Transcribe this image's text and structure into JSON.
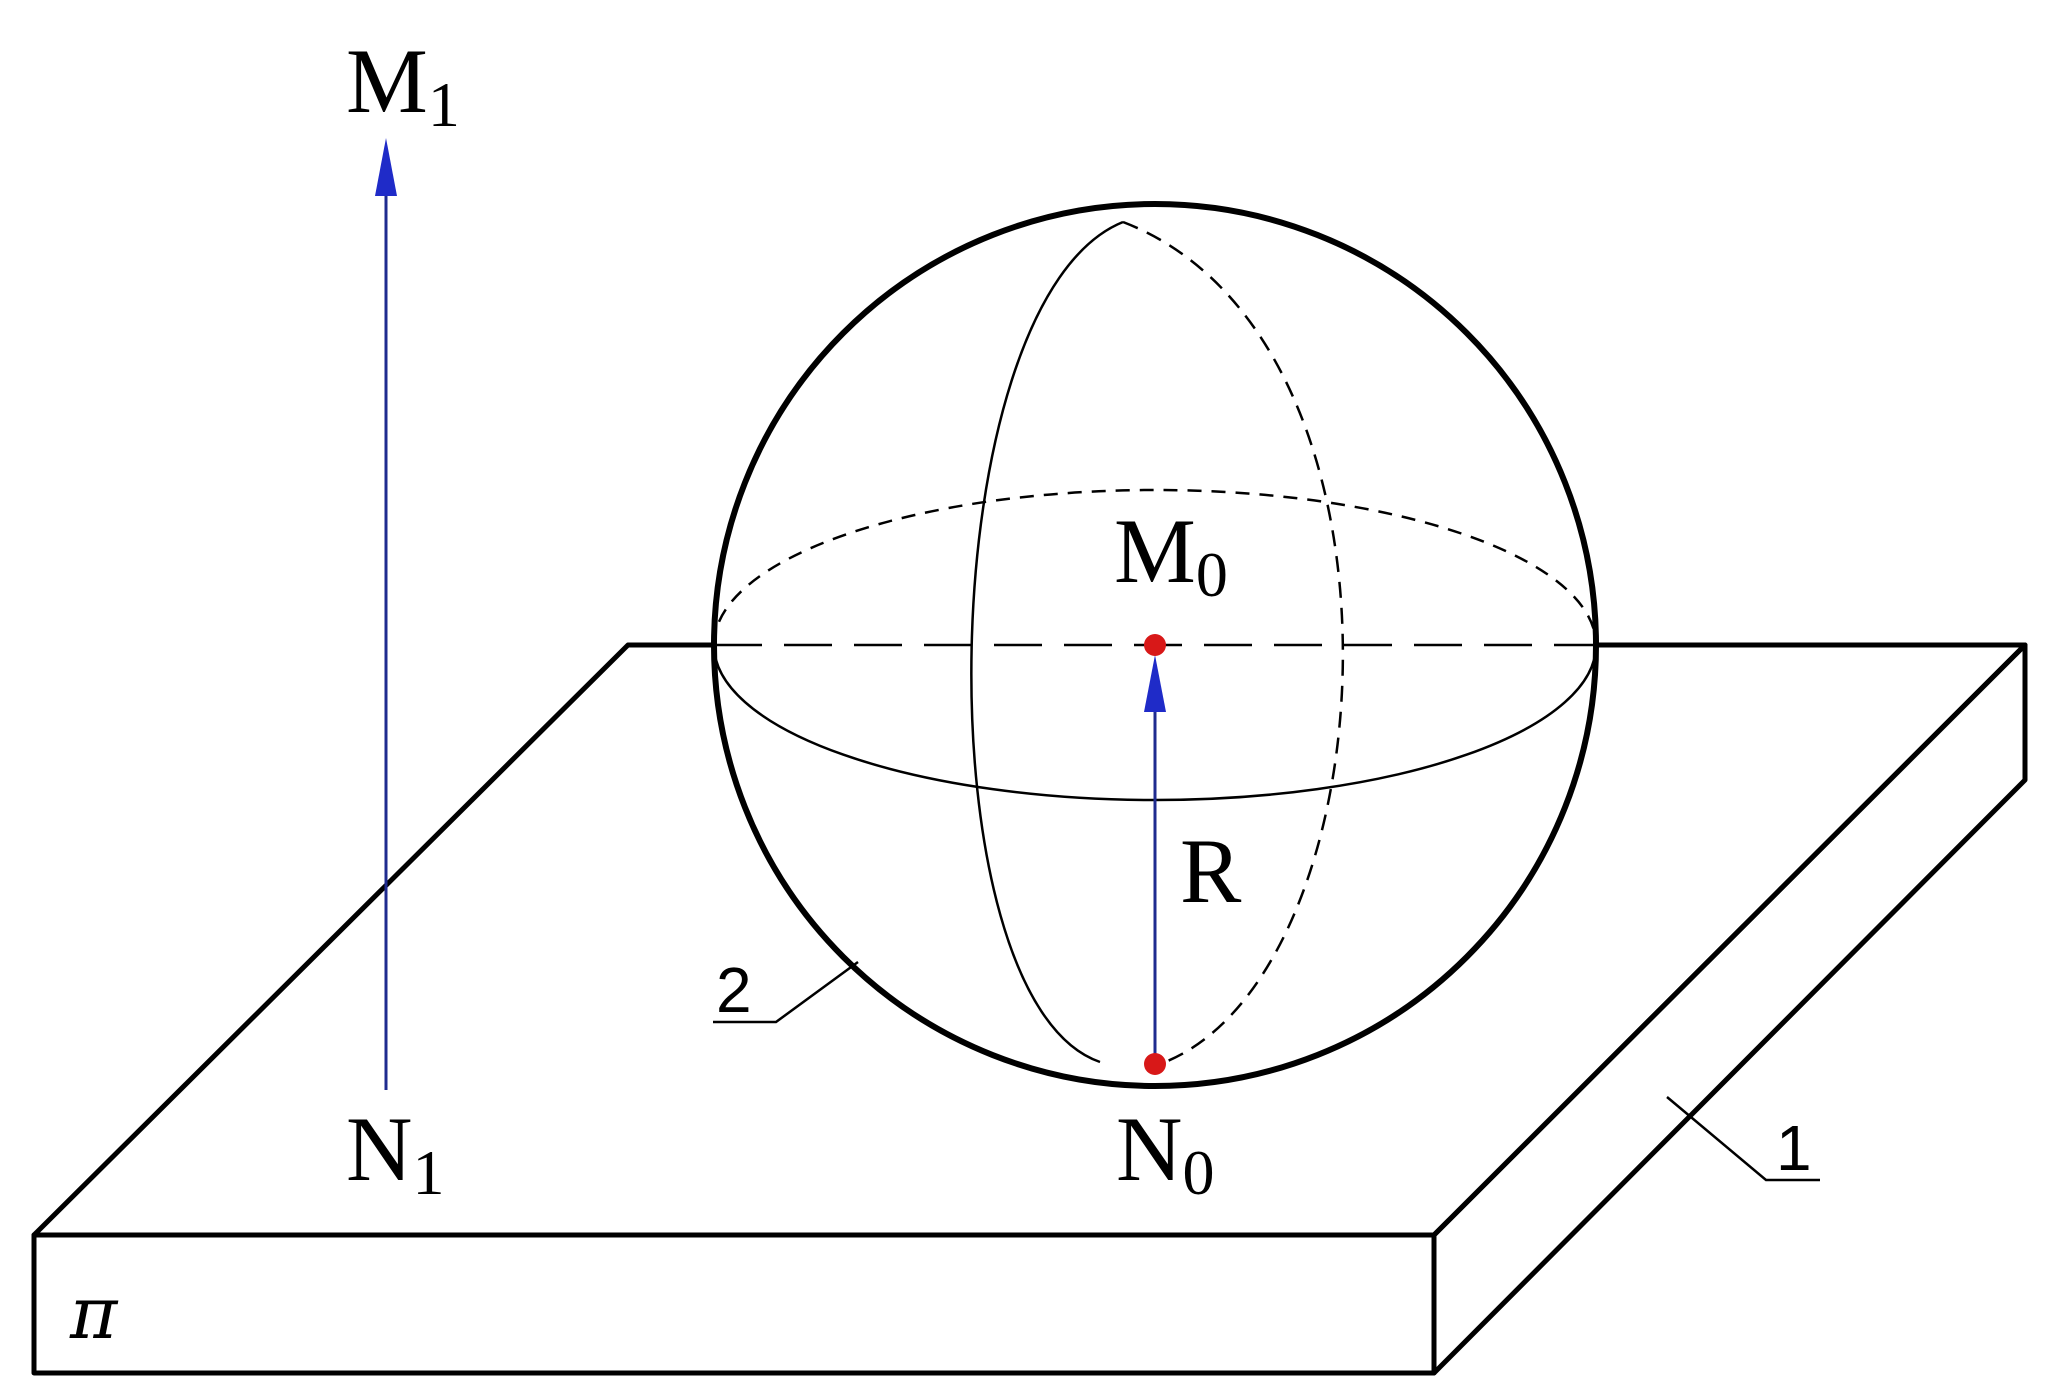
{
  "labels": {
    "m1": {
      "letter": "M",
      "sub": "1"
    },
    "m0": {
      "letter": "M",
      "sub": "0"
    },
    "n1": {
      "letter": "N",
      "sub": "1"
    },
    "n0": {
      "letter": "N",
      "sub": "0"
    },
    "r": "R",
    "pi": "π",
    "callout_1": "1",
    "callout_2": "2"
  },
  "colors": {
    "outline": "#000000",
    "vector": "#1f2b8f",
    "point": "#d81818"
  }
}
